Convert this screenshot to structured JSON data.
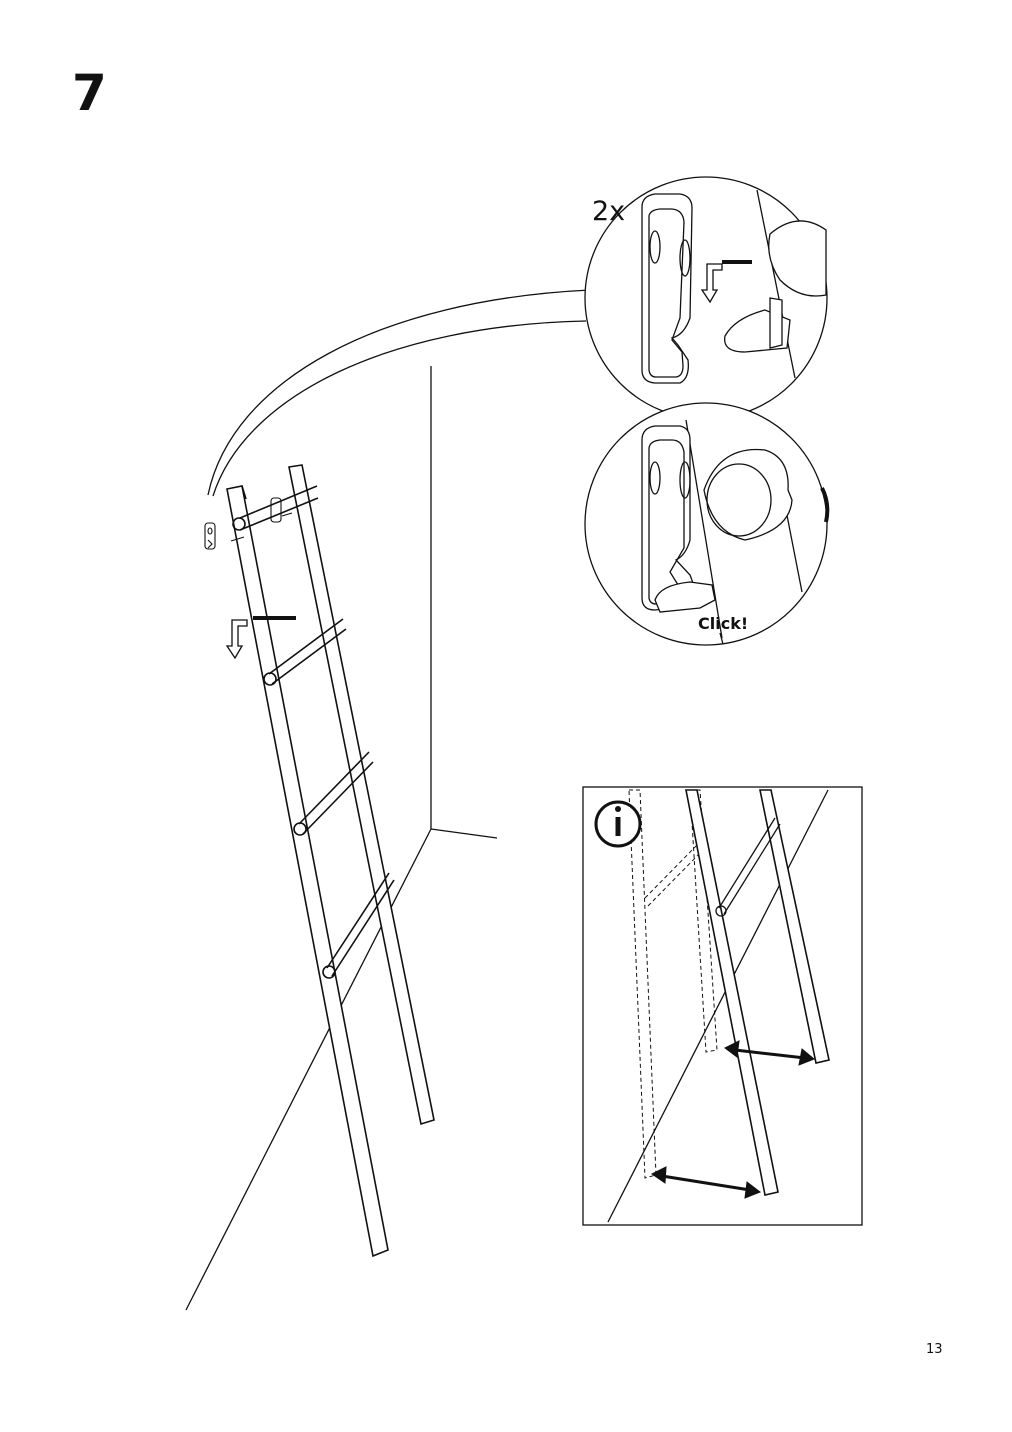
{
  "step": {
    "number": "7"
  },
  "detail_top": {
    "quantity_label": "2x",
    "icon": "wall-hook-icon"
  },
  "detail_bottom": {
    "sound_label": "Click!"
  },
  "info_panel": {
    "icon": "info-icon"
  },
  "footer": {
    "page_number": "13"
  }
}
